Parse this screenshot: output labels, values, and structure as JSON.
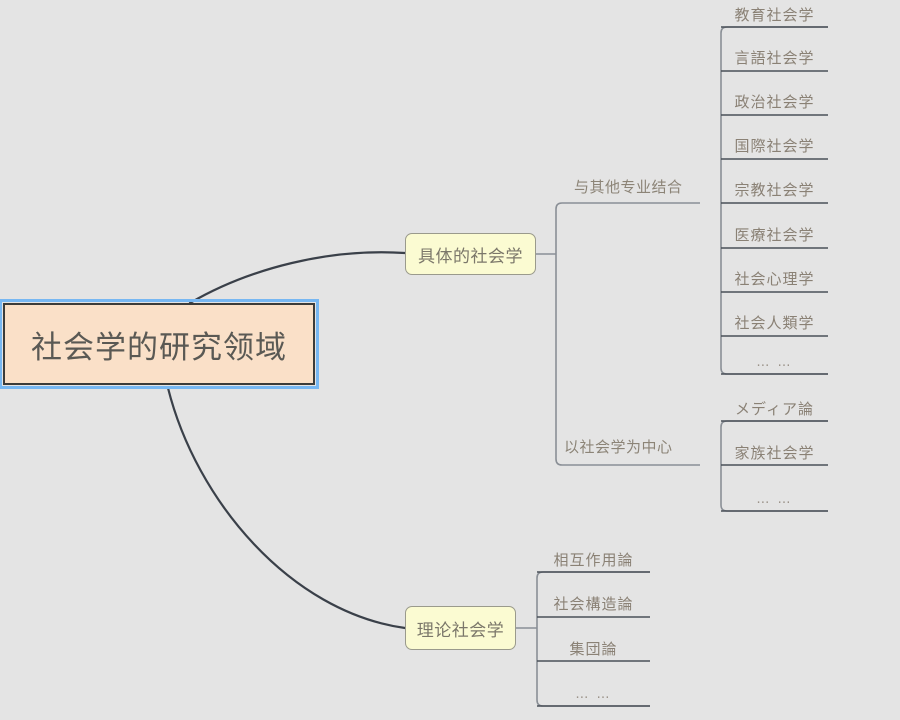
{
  "diagram": {
    "type": "mind-map",
    "background_color": "#e4e4e4",
    "root": {
      "label": "社会学的研究领域",
      "fill_color": "#fae0c8",
      "border_color": "#3b3b39",
      "selection_color": "#77b7f2",
      "selected": true
    },
    "branches": [
      {
        "id": "concrete",
        "label": "具体的社会学",
        "fill_color": "#fbfbd2",
        "border_color": "#9a9a8c",
        "sub_branches": [
          {
            "id": "interdisciplinary",
            "label": "与其他专业结合",
            "leaves": [
              "教育社会学",
              "言語社会学",
              "政治社会学",
              "国際社会学",
              "宗教社会学",
              "医療社会学",
              "社会心理学",
              "社会人類学",
              "… …"
            ]
          },
          {
            "id": "centered",
            "label": "以社会学为中心",
            "leaves": [
              "メディア論",
              "家族社会学",
              "… …"
            ]
          }
        ]
      },
      {
        "id": "theory",
        "label": "理论社会学",
        "fill_color": "#fbfbd2",
        "border_color": "#9a9a8c",
        "sub_branches": [
          {
            "id": "theory-list",
            "label": "",
            "leaves": [
              "相互作用論",
              "社会構造論",
              "集団論",
              "… …"
            ]
          }
        ]
      }
    ],
    "colors": {
      "primary_edge": "#3a4049",
      "secondary_edge": "#8a8f96",
      "leaf_text": "#8a8175",
      "branch_text": "#7b776a",
      "root_text": "#5a5954"
    }
  }
}
